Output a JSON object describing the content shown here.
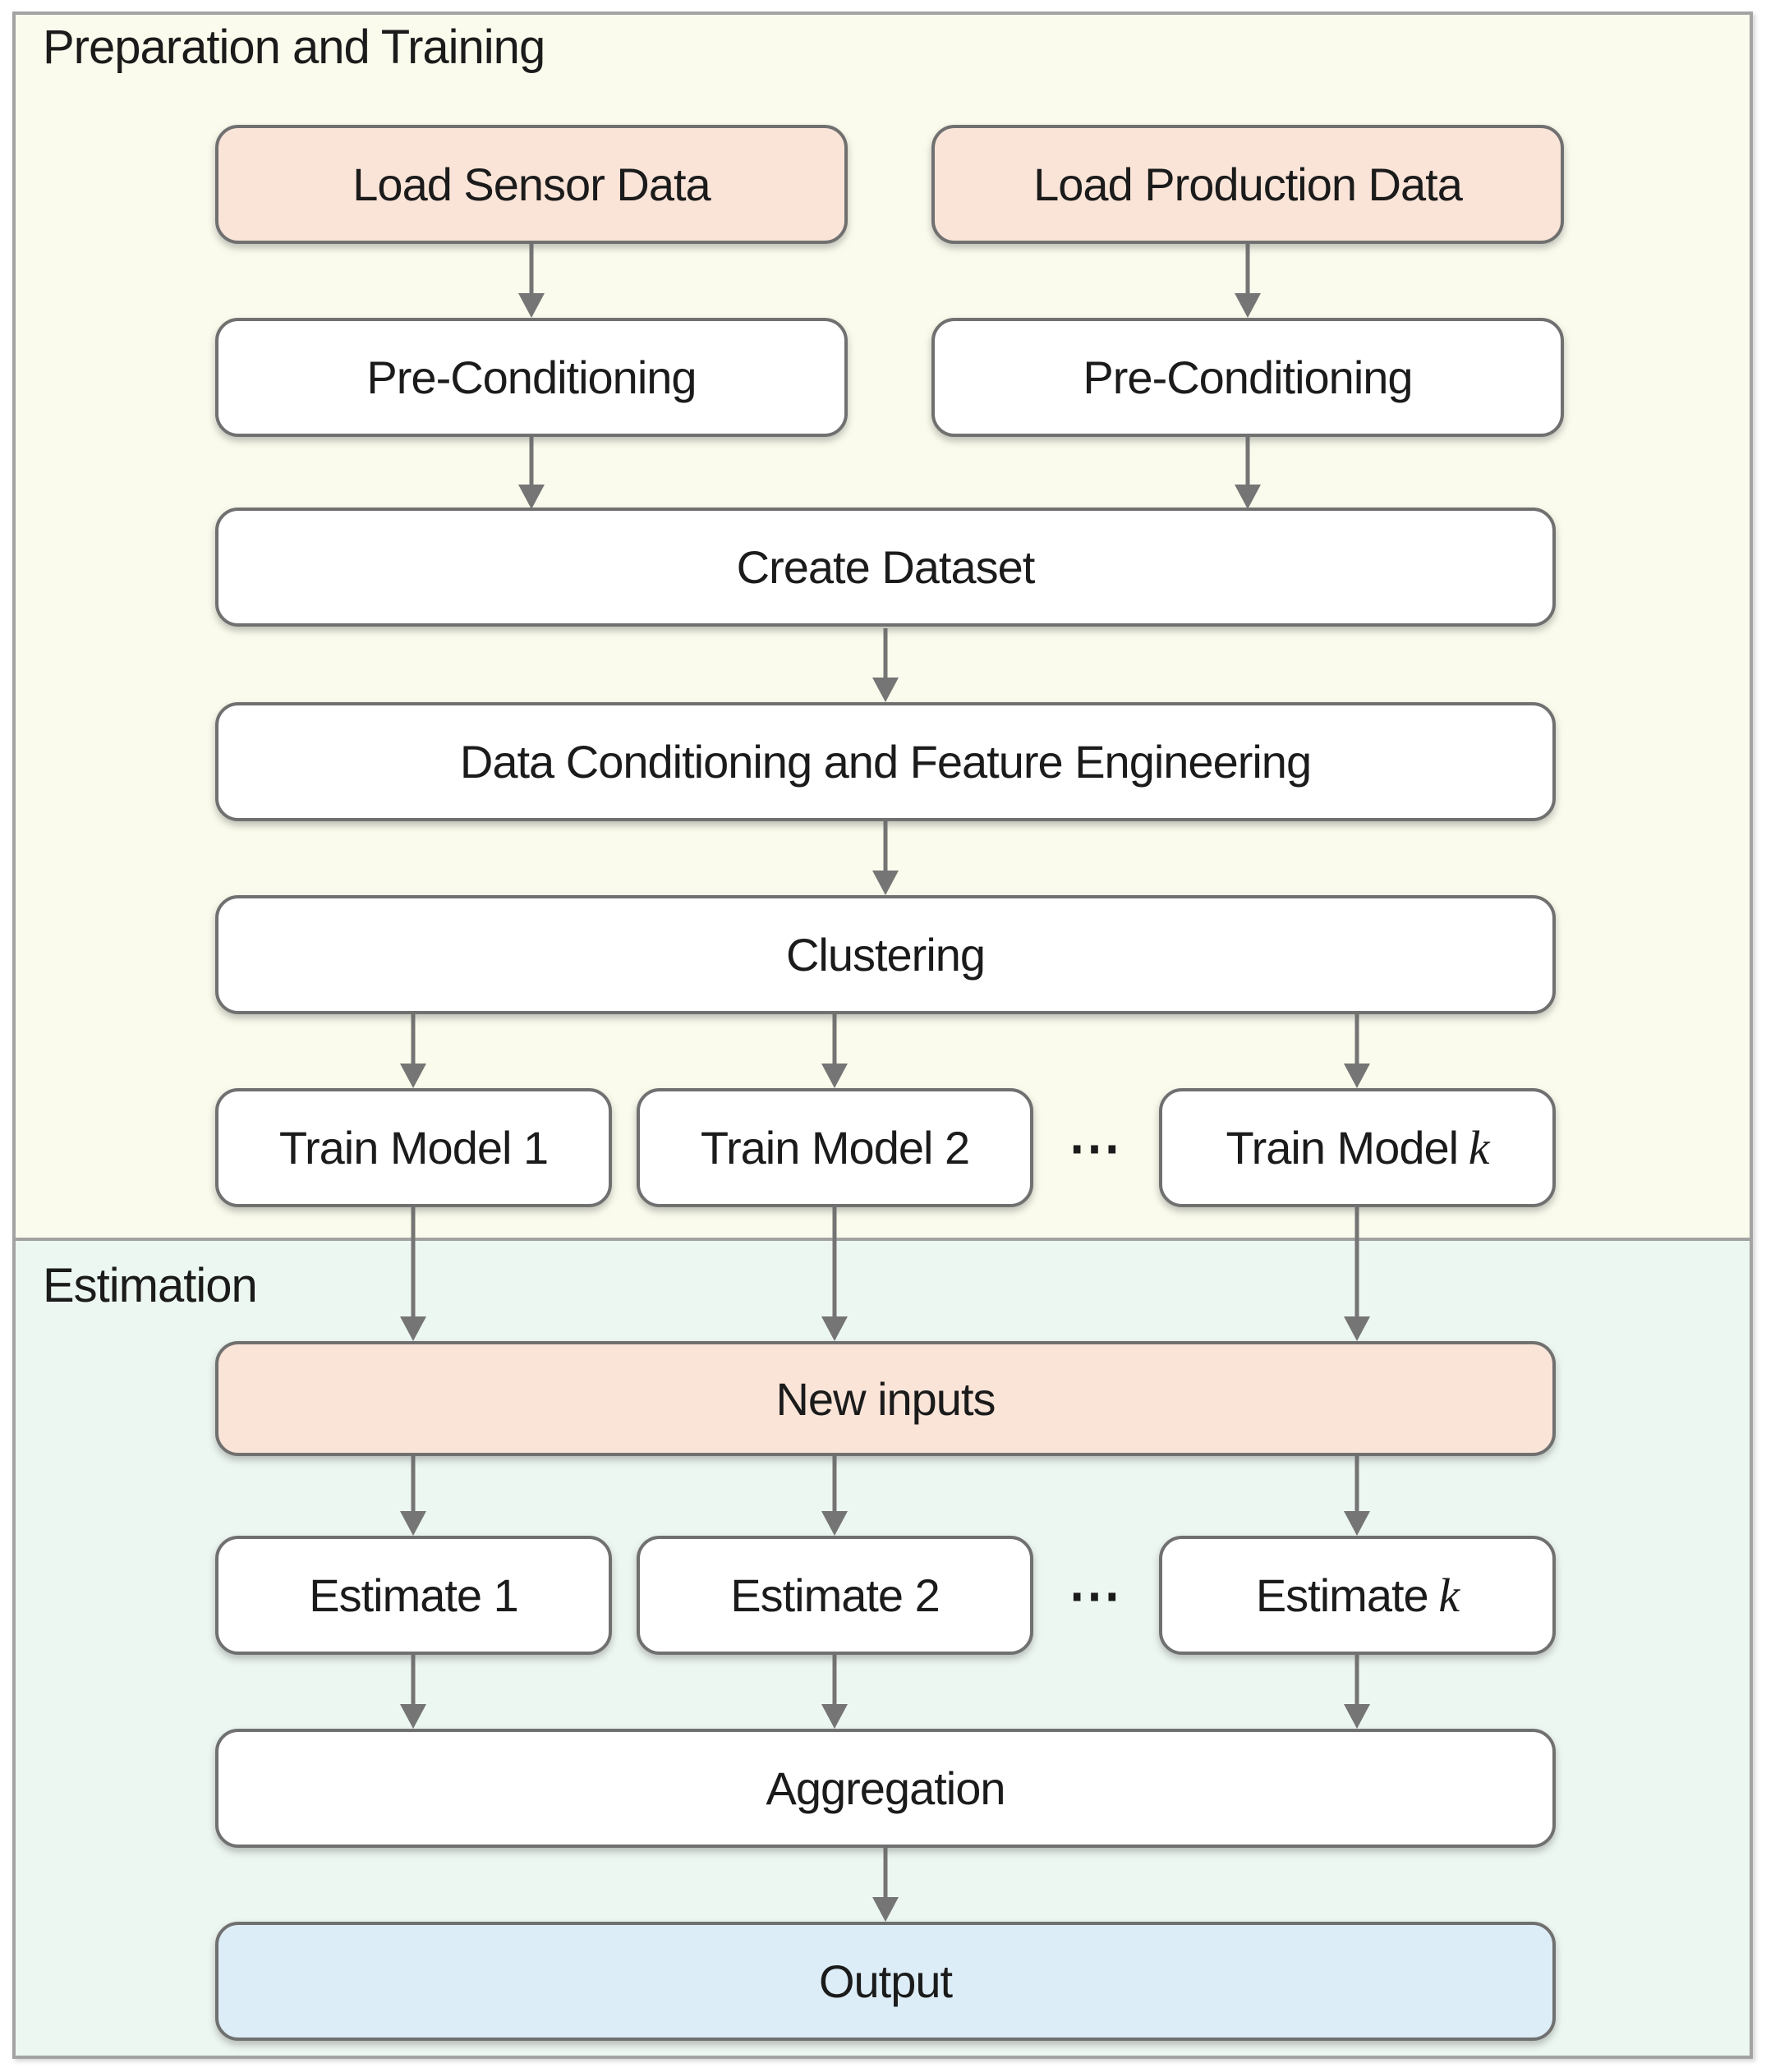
{
  "sections": {
    "preparation": {
      "title": "Preparation and Training"
    },
    "estimation": {
      "title": "Estimation"
    }
  },
  "nodes": {
    "load_sensor": {
      "label": "Load Sensor Data"
    },
    "load_production": {
      "label": "Load Production Data"
    },
    "precondition_sensor": {
      "label": "Pre-Conditioning"
    },
    "precondition_production": {
      "label": "Pre-Conditioning"
    },
    "create_dataset": {
      "label": "Create Dataset"
    },
    "feature_engineering": {
      "label": "Data Conditioning and Feature Engineering"
    },
    "clustering": {
      "label": "Clustering"
    },
    "train_model_1": {
      "label": "Train Model 1"
    },
    "train_model_2": {
      "label": "Train Model 2"
    },
    "train_model_k": {
      "label_prefix": "Train Model",
      "label_var": "k"
    },
    "new_inputs": {
      "label": "New inputs"
    },
    "estimate_1": {
      "label": "Estimate 1"
    },
    "estimate_2": {
      "label": "Estimate 2"
    },
    "estimate_k": {
      "label_prefix": "Estimate",
      "label_var": "k"
    },
    "aggregation": {
      "label": "Aggregation"
    },
    "output": {
      "label": "Output"
    }
  },
  "ellipsis": "⋯",
  "colors": {
    "input_fill": "#fae4d8",
    "process_fill": "#ffffff",
    "output_fill": "#dcedf7",
    "preparation_bg": "#fafbec",
    "estimation_bg": "#edf7f1",
    "panel_border": "#a3a3a3",
    "node_border": "#707070",
    "arrow": "#757575",
    "text": "#1b1b1b"
  }
}
